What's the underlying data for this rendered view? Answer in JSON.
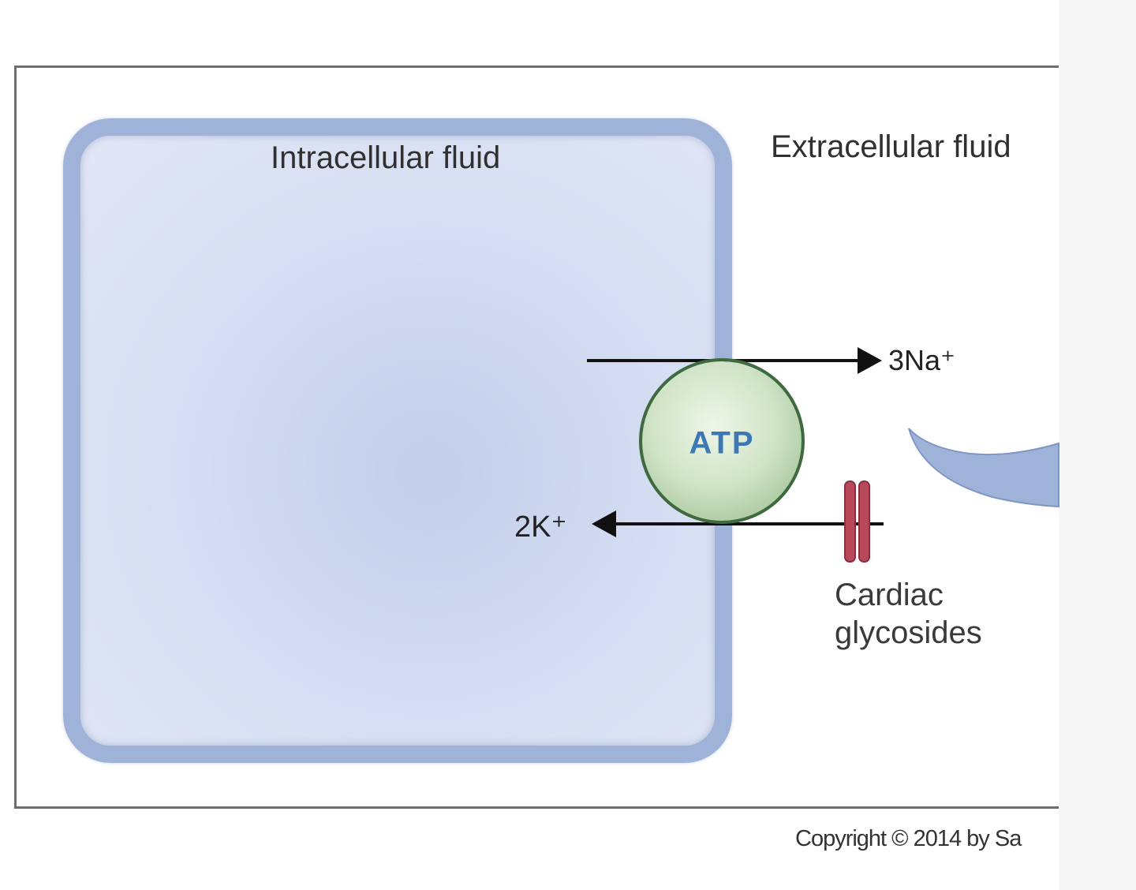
{
  "labels": {
    "intracellular": "Intracellular fluid",
    "extracellular": "Extracellular fluid",
    "atp": "ATP",
    "sodium": "3Na⁺",
    "potassium": "2K⁺",
    "cardiac_line1": "Cardiac",
    "cardiac_line2": "glycosides",
    "copyright": "Copyright © 2014 by Sa"
  },
  "colors": {
    "cell_membrane": "#9fb3d9",
    "cell_interior": "#d3dcf1",
    "pump_fill": "#cfe3c6",
    "pump_outline": "#3f6a3f",
    "atp_text": "#3d77b5",
    "inhibitor": "#b8485a",
    "receptor_shape": "#9fb3d9",
    "arrow": "#111111"
  }
}
